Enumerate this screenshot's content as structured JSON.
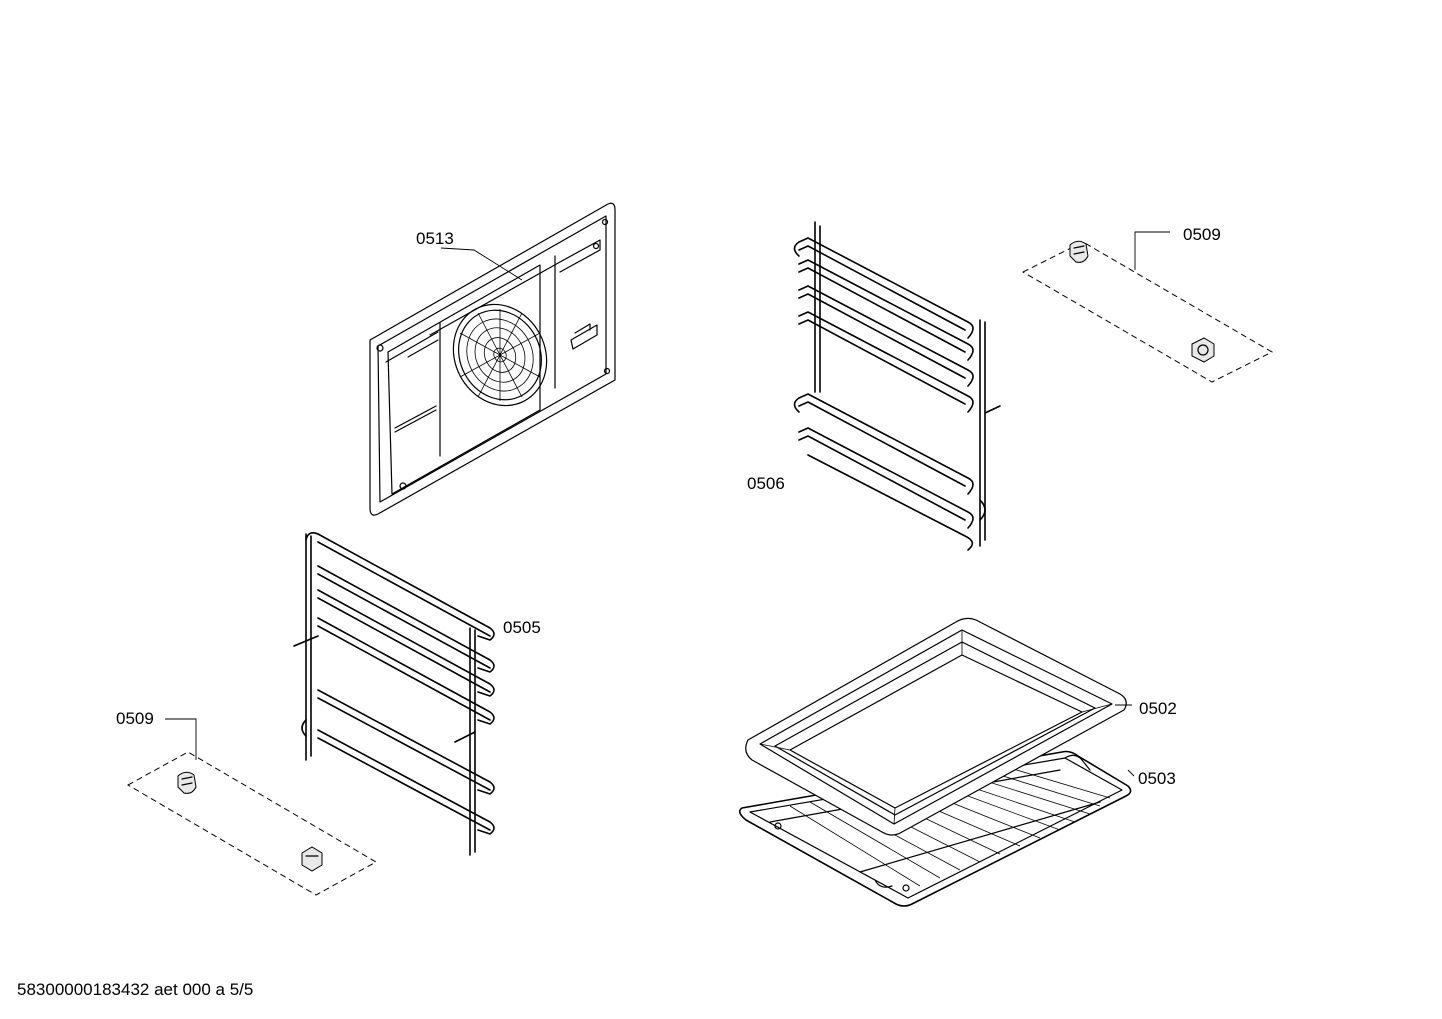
{
  "callouts": {
    "back_panel": "0513",
    "rail_right": "0506",
    "rail_left": "0505",
    "screws_right": "0509",
    "screws_left": "0509",
    "baking_tray": "0502",
    "wire_rack": "0503"
  },
  "footer": {
    "document_id": "58300000183432 aet 000 a 5/5"
  }
}
